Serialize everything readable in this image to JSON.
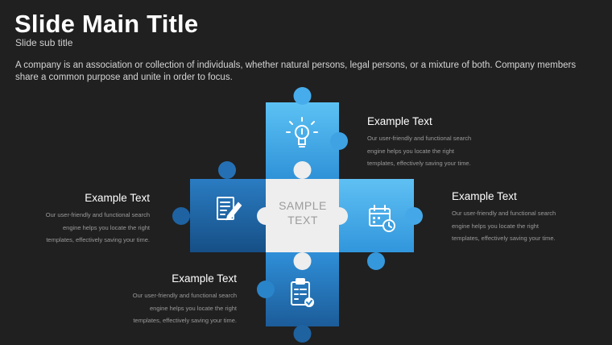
{
  "slide": {
    "title": "Slide Main Title",
    "subtitle": "Slide sub title",
    "description": "A company is an association or collection of individuals, whether natural persons, legal persons, or a mixture of both. Company members share a common purpose and unite in order to focus."
  },
  "puzzle": {
    "center_line1": "SAMPLE",
    "center_line2": "TEXT",
    "pieces": [
      {
        "position": "top",
        "icon": "lightbulb-icon",
        "color": "#3da3e2"
      },
      {
        "position": "left",
        "icon": "document-edit-icon",
        "color": "#1f6cb0"
      },
      {
        "position": "right",
        "icon": "calendar-clock-icon",
        "color": "#4aaeea"
      },
      {
        "position": "bottom",
        "icon": "clipboard-check-icon",
        "color": "#2c8fd6"
      },
      {
        "position": "center",
        "icon": "",
        "color": "#eeeeee"
      }
    ]
  },
  "blocks": {
    "top_right": {
      "heading": "Example Text",
      "line1": "Our user-friendly and functional search",
      "line2": "engine helps you locate the right",
      "line3": "templates, effectively saving your time."
    },
    "left": {
      "heading": "Example Text",
      "line1": "Our user-friendly and functional search",
      "line2": "engine helps you locate the right",
      "line3": "templates, effectively saving your time."
    },
    "right": {
      "heading": "Example Text",
      "line1": "Our user-friendly and functional search",
      "line2": "engine helps you locate the right",
      "line3": "templates, effectively saving your time."
    },
    "bottom": {
      "heading": "Example Text",
      "line1": "Our user-friendly and functional search",
      "line2": "engine helps you locate the right",
      "line3": "templates, effectively saving your time."
    }
  }
}
